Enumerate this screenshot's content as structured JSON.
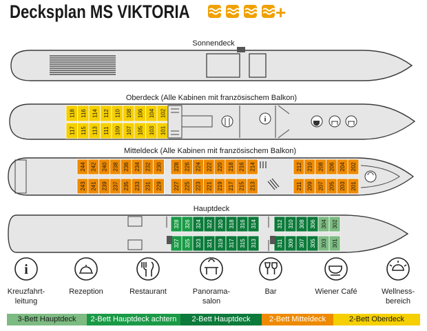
{
  "title": "Decksplan MS VIKTORIA",
  "rating_symbol": "+",
  "decks": {
    "sonnendeck": {
      "label": "Sonnendeck"
    },
    "oberdeck": {
      "label": "Oberdeck (Alle Kabinen mit französischem Balkon)",
      "top_row": [
        "118",
        "116",
        "114",
        "112",
        "110",
        "108",
        "106",
        "104",
        "102"
      ],
      "bottom_row": [
        "117",
        "115",
        "113",
        "111",
        "109",
        "107",
        "105",
        "103",
        "101"
      ]
    },
    "mitteldeck": {
      "label": "Mitteldeck (Alle Kabinen mit französischem Balkon)",
      "top_aft": [
        "244",
        "242",
        "240",
        "238",
        "236",
        "234",
        "232",
        "230"
      ],
      "top_mid": [
        "228",
        "226",
        "224",
        "222",
        "220",
        "218",
        "216",
        "214"
      ],
      "top_fwd": [
        "212",
        "210",
        "208",
        "206",
        "204",
        "202"
      ],
      "bottom_aft": [
        "243",
        "241",
        "239",
        "237",
        "235",
        "233",
        "231",
        "229"
      ],
      "bottom_mid": [
        "227",
        "225",
        "223",
        "221",
        "219",
        "217",
        "215",
        "213"
      ],
      "bottom_fwd": [
        "211",
        "209",
        "207",
        "205",
        "203",
        "201"
      ]
    },
    "hauptdeck": {
      "label": "Hauptdeck",
      "top_achtern": [
        "328",
        "326"
      ],
      "top_main": [
        "324",
        "322",
        "320",
        "318",
        "316",
        "314"
      ],
      "top_fwd": [
        "312",
        "310",
        "308",
        "306"
      ],
      "top_3bett": [
        "304",
        "302"
      ],
      "bottom_achtern": [
        "327",
        "325"
      ],
      "bottom_main": [
        "323",
        "321",
        "319",
        "317",
        "315",
        "313"
      ],
      "bottom_fwd": [
        "311",
        "309",
        "307",
        "305"
      ],
      "bottom_3bett": [
        "303",
        "301"
      ]
    }
  },
  "legend": [
    {
      "icon": "info-icon",
      "label": "Kreuzfahrt-\nleitung"
    },
    {
      "icon": "reception-bell-icon",
      "label": "Rezeption"
    },
    {
      "icon": "restaurant-icon",
      "label": "Restaurant"
    },
    {
      "icon": "panorama-salon-icon",
      "label": "Panorama-\nsalon"
    },
    {
      "icon": "bar-icon",
      "label": "Bar"
    },
    {
      "icon": "cafe-icon",
      "label": "Wiener Café"
    },
    {
      "icon": "wellness-icon",
      "label": "Wellness-\nbereich"
    }
  ],
  "cabin_key": [
    {
      "label": "3-Bett Hauptdeck",
      "color": "#7dbb82"
    },
    {
      "label": "2-Bett Hauptdeck achtern",
      "color": "#1a9a46"
    },
    {
      "label": "2-Bett Hauptdeck",
      "color": "#0c7a3a"
    },
    {
      "label": "2-Bett Mitteldeck",
      "color": "#ee8a00"
    },
    {
      "label": "2-Bett Oberdeck",
      "color": "#f5cf00"
    }
  ],
  "colors": {
    "hull_fill": "#e6e6e6",
    "hull_stroke": "#3a3a3a",
    "logo_wave": "#f0a000"
  }
}
